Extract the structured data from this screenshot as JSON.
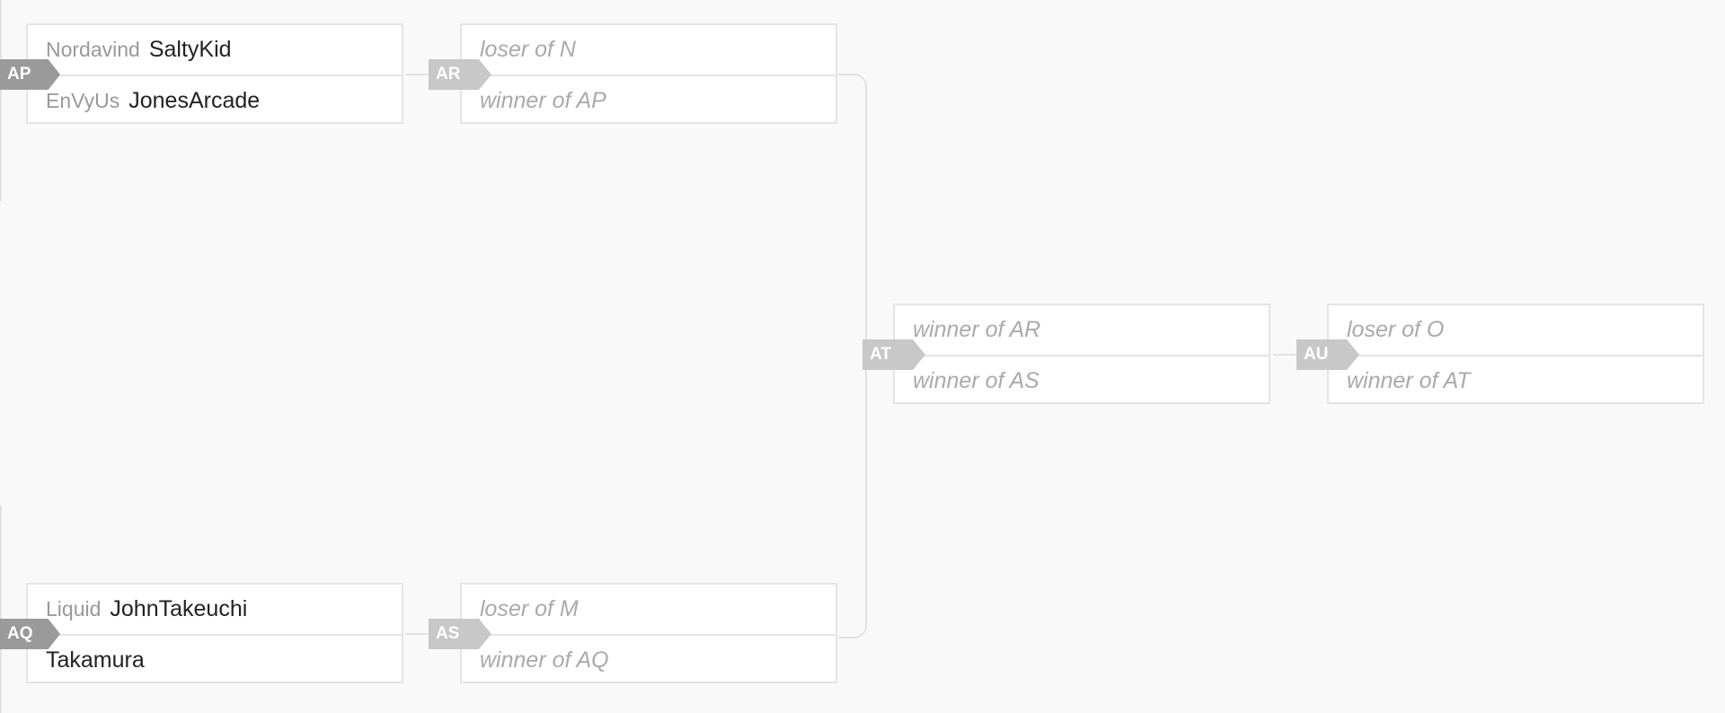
{
  "matches": {
    "AP": {
      "id": "AP",
      "p1_team": "Nordavind",
      "p1_name": "SaltyKid",
      "p2_team": "EnVyUs",
      "p2_name": "JonesArcade"
    },
    "AQ": {
      "id": "AQ",
      "p1_team": "Liquid",
      "p1_name": "JohnTakeuchi",
      "p2_name": "Takamura"
    },
    "AR": {
      "id": "AR",
      "p1": "loser of N",
      "p2": "winner of AP"
    },
    "AS": {
      "id": "AS",
      "p1": "loser of M",
      "p2": "winner of AQ"
    },
    "AT": {
      "id": "AT",
      "p1": "winner of AR",
      "p2": "winner of AS"
    },
    "AU": {
      "id": "AU",
      "p1": "loser of O",
      "p2": "winner of AT"
    }
  }
}
